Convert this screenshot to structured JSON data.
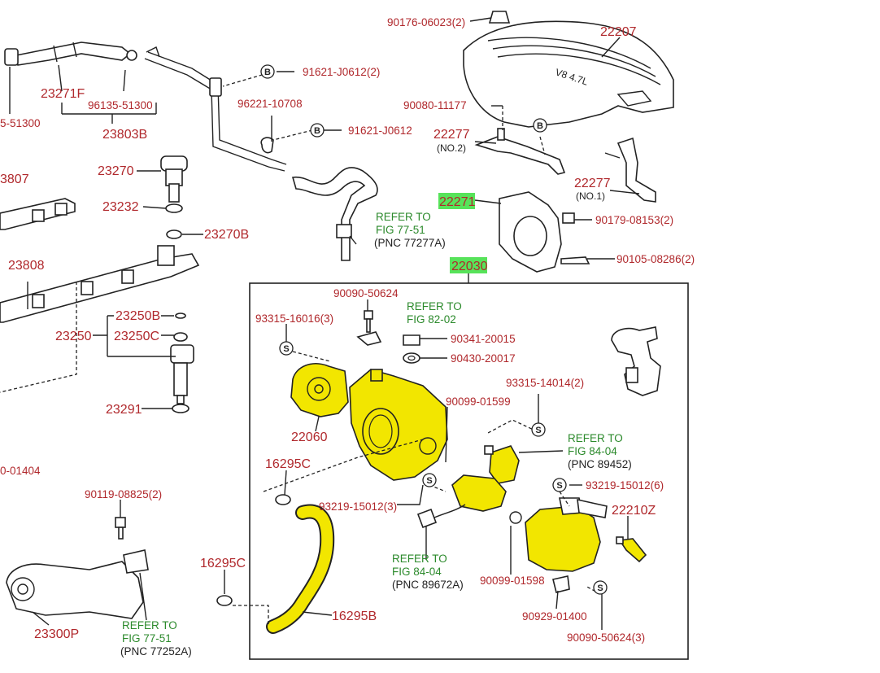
{
  "labels": {
    "p90176": "90176-06023(2)",
    "p22207": "22207",
    "p23271F": "23271F",
    "p96135": "96135-51300",
    "p5_51300": "5-51300",
    "p23803B": "23803B",
    "p91621a": "91621-J0612(2)",
    "p96221": "96221-10708",
    "p91621b": "91621-J0612",
    "p90080": "90080-11177",
    "p22277a": "22277",
    "p22277a_sub": "(NO.2)",
    "p22277b": "22277",
    "p22277b_sub": "(NO.1)",
    "p23270": "23270",
    "p3807": "3807",
    "p23232": "23232",
    "p23270B": "23270B",
    "p22271": "22271",
    "p90179": "90179-08153(2)",
    "p90105": "90105-08286(2)",
    "p23808": "23808",
    "p22030": "22030",
    "p90090a": "90090-50624",
    "p93315a": "93315-16016(3)",
    "p90341": "90341-20015",
    "p90430": "90430-20017",
    "p23250B": "23250B",
    "p23250": "23250",
    "p23250C": "23250C",
    "p93315b": "93315-14014(2)",
    "p90099a": "90099-01599",
    "p22060": "22060",
    "p23291": "23291",
    "p01404": "0-01404",
    "p16295C_a": "16295C",
    "p93219a": "93219-15012(3)",
    "p93219b": "93219-15012(6)",
    "p22210Z": "22210Z",
    "p90119": "90119-08825(2)",
    "p16295C_b": "16295C",
    "p90099b": "90099-01598",
    "p90929": "90929-01400",
    "p90090b": "90090-50624(3)",
    "p16295B": "16295B",
    "p23300P": "23300P"
  },
  "refs": {
    "r1_a": "REFER TO",
    "r1_b": "FIG 77-51",
    "r1_c": "(PNC 77277A)",
    "r2_a": "REFER TO",
    "r2_b": "FIG 82-02",
    "r3_a": "REFER TO",
    "r3_b": "FIG 84-04",
    "r3_c": "(PNC 89452)",
    "r4_a": "REFER TO",
    "r4_b": "FIG 84-04",
    "r4_c": "(PNC 89672A)",
    "r5_a": "REFER TO",
    "r5_b": "FIG 77-51",
    "r5_c": "(PNC 77252A)"
  },
  "markers": {
    "b": "B",
    "s": "S"
  },
  "cover_text": "V8 4.7L",
  "colors": {
    "part_number": "#b0282c",
    "refer": "#2c8a2c",
    "highlight_yellow": "#f2e600",
    "highlight_green": "#57e35a"
  }
}
